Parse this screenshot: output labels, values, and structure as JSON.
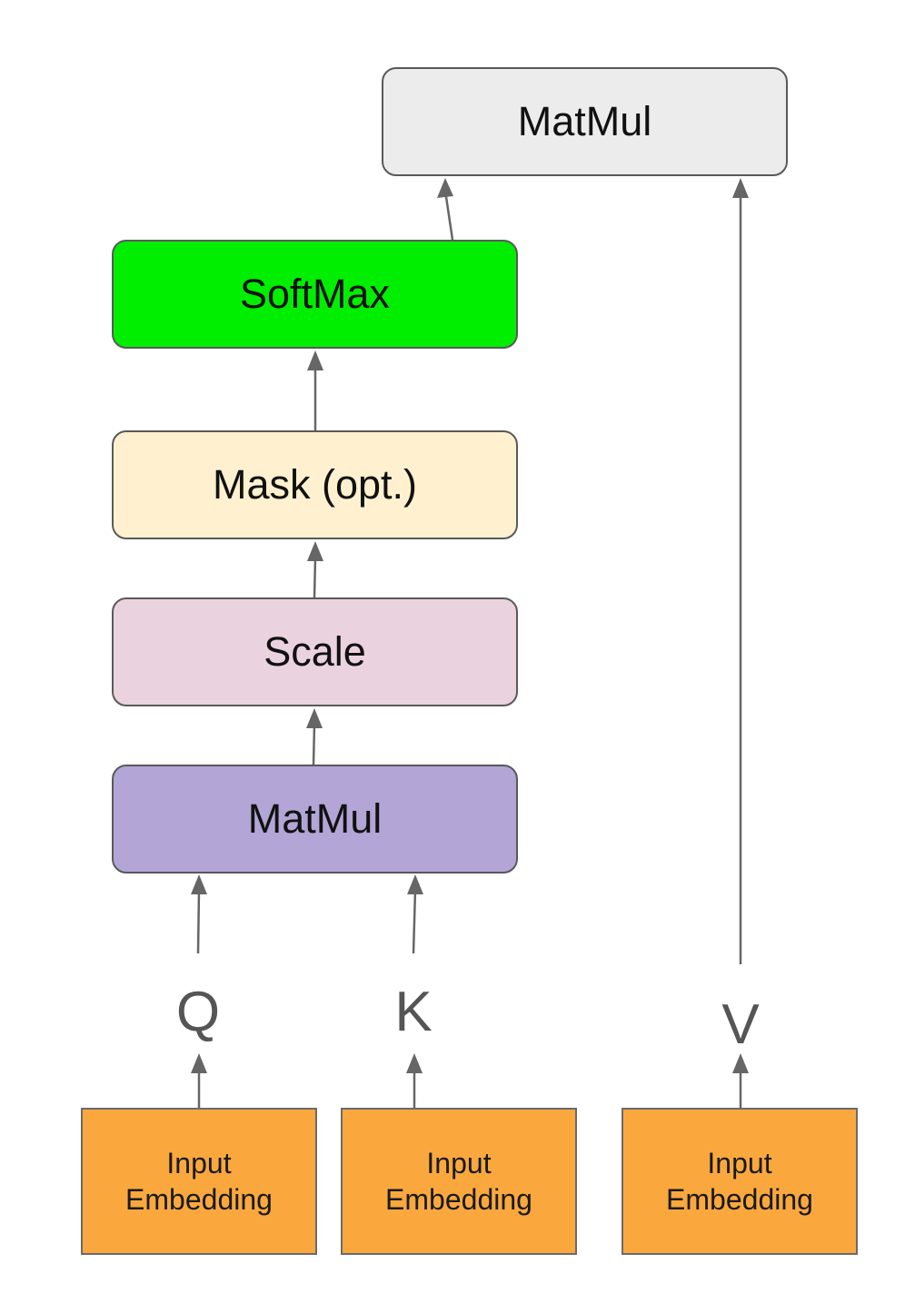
{
  "colors": {
    "matmul_top": "#ececec",
    "softmax": "#00ee00",
    "mask": "#fff1cf",
    "scale": "#ead3de",
    "matmul_bottom": "#b3a5d6",
    "embedding": "#faa83e",
    "arrow": "#666666"
  },
  "blocks": {
    "matmul_top": "MatMul",
    "softmax": "SoftMax",
    "mask": "Mask (opt.)",
    "scale": "Scale",
    "matmul_bottom": "MatMul"
  },
  "inputs": {
    "q": "Q",
    "k": "K",
    "v": "V"
  },
  "embeddings": [
    {
      "line1": "Input",
      "line2": "Embedding"
    },
    {
      "line1": "Input",
      "line2": "Embedding"
    },
    {
      "line1": "Input",
      "line2": "Embedding"
    }
  ]
}
